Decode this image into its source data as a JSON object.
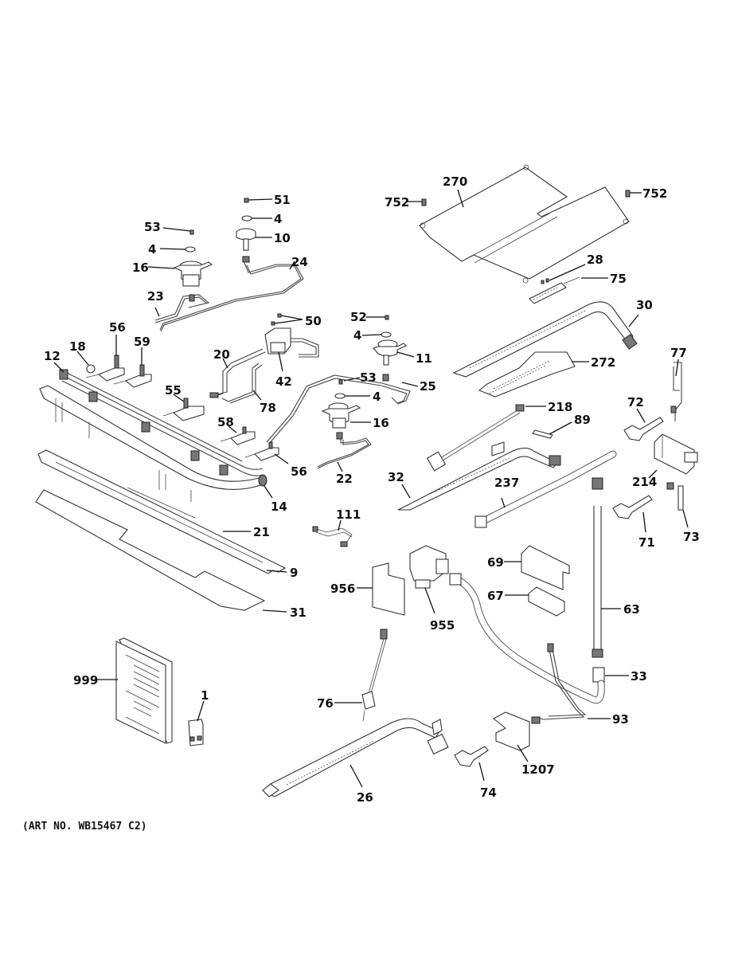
{
  "diagram": {
    "type": "exploded-parts-diagram",
    "subject": "Gas range burner & manifold assembly",
    "art_number": "(ART NO. WB15467 C2)",
    "labels": {
      "p51": "51",
      "p4a": "4",
      "p10": "10",
      "p53a": "53",
      "p4b": "4",
      "p16a": "16",
      "p24": "24",
      "p23": "23",
      "p50": "50",
      "p56a": "56",
      "p59": "59",
      "p18": "18",
      "p12": "12",
      "p20": "20",
      "p42": "42",
      "p78": "78",
      "p52": "52",
      "p4c": "4",
      "p11": "11",
      "p53b": "53",
      "p25": "25",
      "p4d": "4",
      "p16b": "16",
      "p55": "55",
      "p58": "58",
      "p56b": "56",
      "p22": "22",
      "p14": "14",
      "p21": "21",
      "p9": "9",
      "p31": "31",
      "p270": "270",
      "p752a": "752",
      "p752b": "752",
      "p28": "28",
      "p75": "75",
      "p30": "30",
      "p272": "272",
      "p77": "77",
      "p218": "218",
      "p89": "89",
      "p72": "72",
      "p32": "32",
      "p214": "214",
      "p237": "237",
      "p71": "71",
      "p73": "73",
      "p111": "111",
      "p69": "69",
      "p956": "956",
      "p67": "67",
      "p955": "955",
      "p63": "63",
      "p999": "999",
      "p1": "1",
      "p33": "33",
      "p76": "76",
      "p93": "93",
      "p1207": "1207",
      "p74": "74",
      "p26": "26"
    }
  }
}
